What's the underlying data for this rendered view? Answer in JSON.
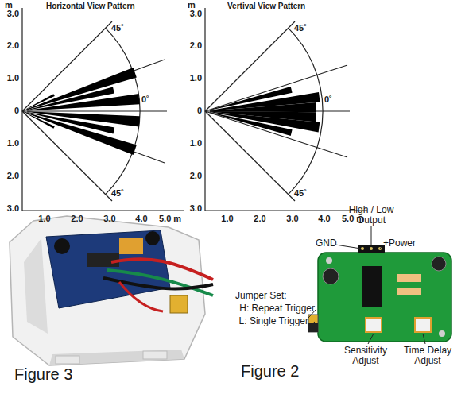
{
  "diagram": {
    "labels": [
      "Horizontal View Pattern",
      "m",
      "3.0",
      "2.0",
      "1.0",
      "0",
      "1.0",
      "2.0",
      "3.0",
      "45˚",
      "0˚",
      "45˚",
      "1.0",
      "2.0",
      "3.0",
      "4.0",
      "5.0 m",
      "Vertival View Pattern",
      "m",
      "3.0",
      "2.0",
      "1.0",
      "0",
      "1.0",
      "2.0",
      "3.0",
      "45˚",
      "0˚",
      "45˚",
      "1.0",
      "2.0",
      "3.0",
      "4.0",
      "5.0 m",
      "High / Low Output",
      "GND",
      "+Power",
      "Jumper Set:",
      "H: Repeat Trigger",
      "L: Single Trigger",
      "Sensitivity Adjust",
      "Time Delay Adjust",
      "Figure 3",
      "Figure 2"
    ]
  }
}
